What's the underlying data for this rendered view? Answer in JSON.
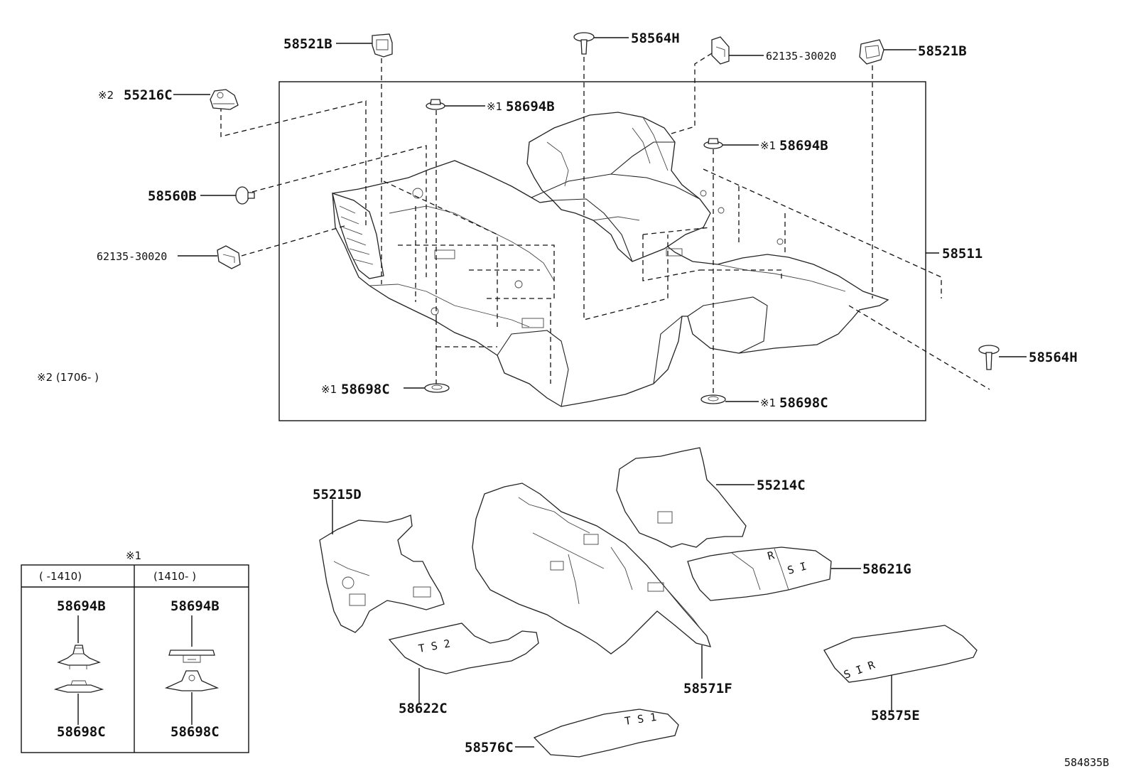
{
  "labels": {
    "c58521B_left": "58521B",
    "c58564H_top": "58564H",
    "c62135_top": "62135-30020",
    "c58521B_right": "58521B",
    "c55216C": "55216C",
    "c58694B_left": "58694B",
    "c58694B_right": "58694B",
    "c58560B": "58560B",
    "c62135_left": "62135-30020",
    "c58511": "58511",
    "c58564H_right": "58564H",
    "c58698C_left": "58698C",
    "c58698C_right": "58698C",
    "c55215D": "55215D",
    "c55214C": "55214C",
    "c58621G": "58621G",
    "c58622C": "58622C",
    "c58571F": "58571F",
    "c58575E": "58575E",
    "c58576C": "58576C",
    "diagram_code": "584835B"
  },
  "marks": {
    "m1": "※1",
    "m2": "※2",
    "note2": "※2 (1706-     )"
  },
  "inset": {
    "header": "※1",
    "col1_range": "(     -1410)",
    "col2_range": "(1410-     )",
    "col1_top": "58694B",
    "col1_bottom": "58698C",
    "col2_top": "58694B",
    "col2_bottom": "58698C"
  }
}
